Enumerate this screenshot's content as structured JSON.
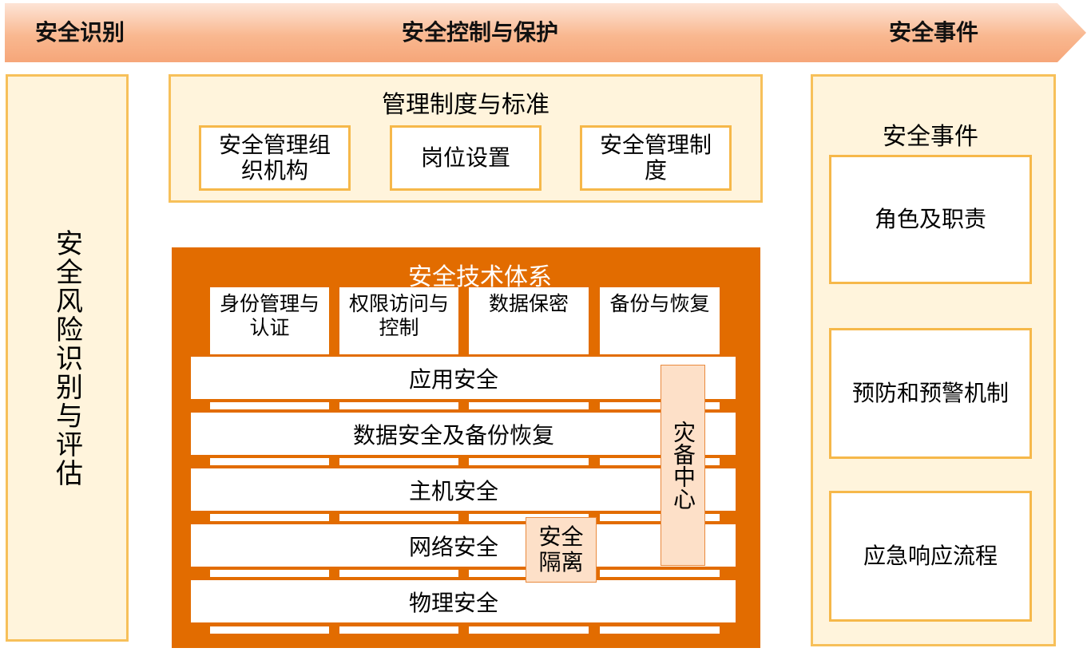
{
  "stages": {
    "identify": "安全识别",
    "control": "安全控制与保护",
    "event": "安全事件"
  },
  "left": {
    "text": "安全风险识别与评估"
  },
  "mgmt": {
    "title": "管理制度与标准",
    "items": [
      "安全管理组织机构",
      "岗位设置",
      "安全管理制度"
    ]
  },
  "tech": {
    "title": "安全技术体系",
    "items": [
      "身份管理与认证",
      "权限访问与控制",
      "数据保密",
      "备份与恢复"
    ],
    "layers": [
      "应用安全",
      "数据安全及备份恢复",
      "主机安全",
      "网络安全",
      "物理安全"
    ],
    "disaster": "灾备中心",
    "isolation": "安全隔离"
  },
  "event": {
    "title": "安全事件",
    "items": [
      "角色及职责",
      "预防和预警机制",
      "应急响应流程"
    ]
  },
  "colors": {
    "panel_fill": "#fff4dc",
    "panel_border": "#f7c05a",
    "tech_orange": "#e26c00",
    "chevron": "#f9b890"
  }
}
